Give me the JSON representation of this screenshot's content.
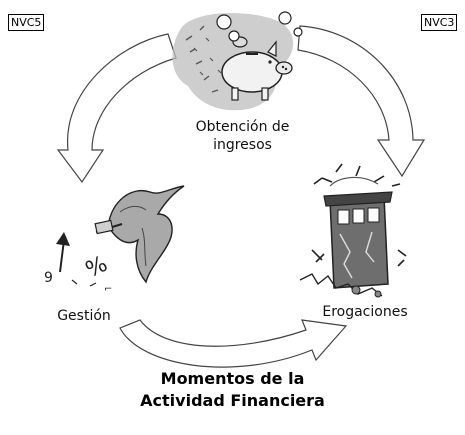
{
  "tags": {
    "left": "NVC5",
    "right": "NVC3"
  },
  "nodes": {
    "ingresos": {
      "line1": "Obtención de",
      "line2": "ingresos"
    },
    "gestion": "Gestión",
    "erogaciones": "Erogaciones"
  },
  "title": {
    "line1": "Momentos de la",
    "line2": "Actividad Financiera"
  },
  "colors": {
    "arrow_stroke": "#444444",
    "arrow_fill": "#ffffff",
    "ink": "#111111",
    "shade": "#8a8a8a"
  },
  "icons": {
    "top": "piggy-bank-icon",
    "left": "hand-with-pen-icon",
    "right": "crumbling-building-icon"
  }
}
